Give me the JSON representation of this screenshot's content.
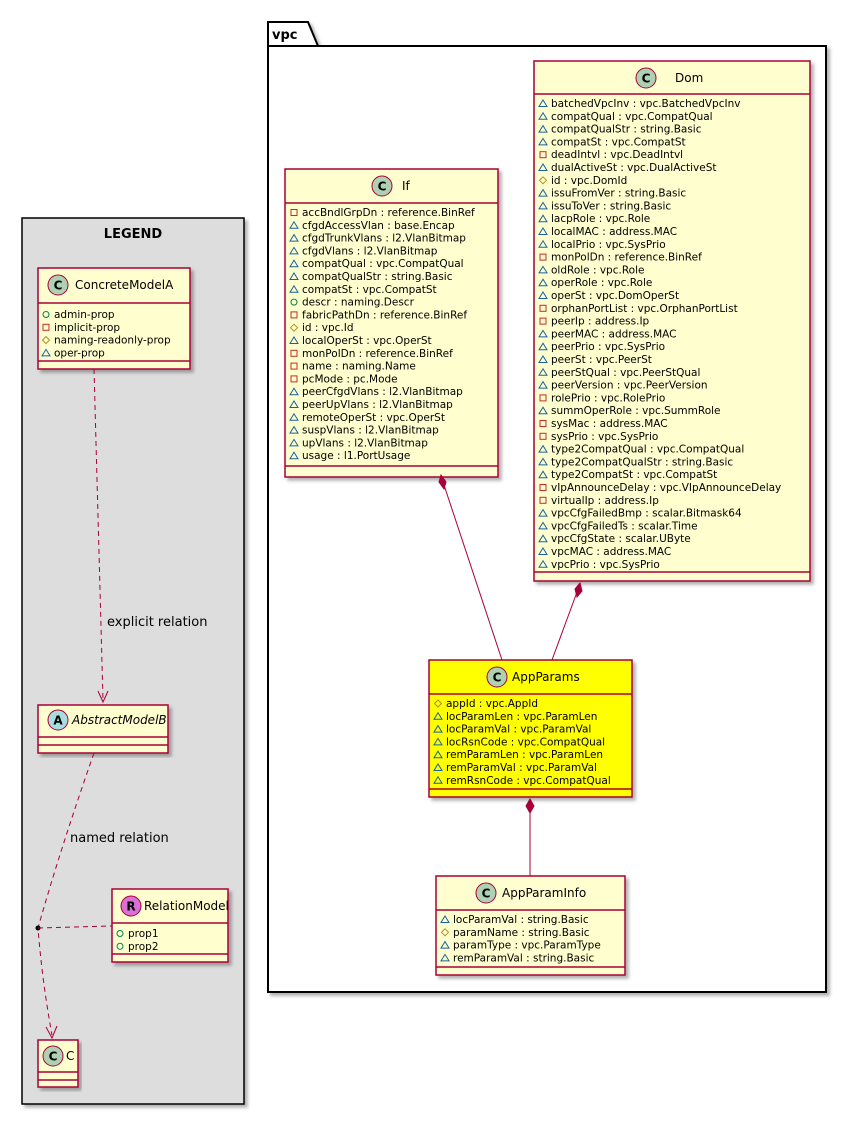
{
  "legend": {
    "title": "LEGEND",
    "concrete": {
      "name": "ConcreteModelA",
      "stereotype_letter": "C",
      "attributes": [
        {
          "vis": "public",
          "text": "admin-prop"
        },
        {
          "vis": "private",
          "text": "implicit-prop"
        },
        {
          "vis": "protected",
          "text": "naming-readonly-prop"
        },
        {
          "vis": "package",
          "text": "oper-prop"
        }
      ]
    },
    "abstract": {
      "name": "AbstractModelB",
      "stereotype_letter": "A"
    },
    "relation_model": {
      "name": "RelationModel",
      "stereotype_letter": "R",
      "attributes": [
        {
          "vis": "public",
          "text": "prop1"
        },
        {
          "vis": "public",
          "text": "prop2"
        }
      ]
    },
    "c_class": {
      "name": "C",
      "stereotype_letter": "C"
    },
    "explicit_relation_label": "explicit relation",
    "named_relation_label": "named relation"
  },
  "package": {
    "name": "vpc",
    "if_class": {
      "name": "If",
      "stereotype_letter": "C",
      "attributes": [
        {
          "vis": "private",
          "text": "accBndlGrpDn : reference.BinRef"
        },
        {
          "vis": "package",
          "text": "cfgdAccessVlan : base.Encap"
        },
        {
          "vis": "package",
          "text": "cfgdTrunkVlans : l2.VlanBitmap"
        },
        {
          "vis": "package",
          "text": "cfgdVlans : l2.VlanBitmap"
        },
        {
          "vis": "package",
          "text": "compatQual : vpc.CompatQual"
        },
        {
          "vis": "package",
          "text": "compatQualStr : string.Basic"
        },
        {
          "vis": "package",
          "text": "compatSt : vpc.CompatSt"
        },
        {
          "vis": "public",
          "text": "descr : naming.Descr"
        },
        {
          "vis": "private",
          "text": "fabricPathDn : reference.BinRef"
        },
        {
          "vis": "protected",
          "text": "id : vpc.Id"
        },
        {
          "vis": "package",
          "text": "localOperSt : vpc.OperSt"
        },
        {
          "vis": "private",
          "text": "monPolDn : reference.BinRef"
        },
        {
          "vis": "private",
          "text": "name : naming.Name"
        },
        {
          "vis": "private",
          "text": "pcMode : pc.Mode"
        },
        {
          "vis": "package",
          "text": "peerCfgdVlans : l2.VlanBitmap"
        },
        {
          "vis": "package",
          "text": "peerUpVlans : l2.VlanBitmap"
        },
        {
          "vis": "package",
          "text": "remoteOperSt : vpc.OperSt"
        },
        {
          "vis": "package",
          "text": "suspVlans : l2.VlanBitmap"
        },
        {
          "vis": "package",
          "text": "upVlans : l2.VlanBitmap"
        },
        {
          "vis": "package",
          "text": "usage : l1.PortUsage"
        }
      ]
    },
    "dom_class": {
      "name": "Dom",
      "stereotype_letter": "C",
      "attributes": [
        {
          "vis": "package",
          "text": "batchedVpcInv : vpc.BatchedVpcInv"
        },
        {
          "vis": "package",
          "text": "compatQual : vpc.CompatQual"
        },
        {
          "vis": "package",
          "text": "compatQualStr : string.Basic"
        },
        {
          "vis": "package",
          "text": "compatSt : vpc.CompatSt"
        },
        {
          "vis": "private",
          "text": "deadIntvl : vpc.DeadIntvl"
        },
        {
          "vis": "package",
          "text": "dualActiveSt : vpc.DualActiveSt"
        },
        {
          "vis": "protected",
          "text": "id : vpc.DomId"
        },
        {
          "vis": "package",
          "text": "issuFromVer : string.Basic"
        },
        {
          "vis": "package",
          "text": "issuToVer : string.Basic"
        },
        {
          "vis": "package",
          "text": "lacpRole : vpc.Role"
        },
        {
          "vis": "package",
          "text": "localMAC : address.MAC"
        },
        {
          "vis": "package",
          "text": "localPrio : vpc.SysPrio"
        },
        {
          "vis": "private",
          "text": "monPolDn : reference.BinRef"
        },
        {
          "vis": "package",
          "text": "oldRole : vpc.Role"
        },
        {
          "vis": "package",
          "text": "operRole : vpc.Role"
        },
        {
          "vis": "package",
          "text": "operSt : vpc.DomOperSt"
        },
        {
          "vis": "private",
          "text": "orphanPortList : vpc.OrphanPortList"
        },
        {
          "vis": "private",
          "text": "peerIp : address.Ip"
        },
        {
          "vis": "package",
          "text": "peerMAC : address.MAC"
        },
        {
          "vis": "package",
          "text": "peerPrio : vpc.SysPrio"
        },
        {
          "vis": "package",
          "text": "peerSt : vpc.PeerSt"
        },
        {
          "vis": "package",
          "text": "peerStQual : vpc.PeerStQual"
        },
        {
          "vis": "package",
          "text": "peerVersion : vpc.PeerVersion"
        },
        {
          "vis": "private",
          "text": "rolePrio : vpc.RolePrio"
        },
        {
          "vis": "package",
          "text": "summOperRole : vpc.SummRole"
        },
        {
          "vis": "private",
          "text": "sysMac : address.MAC"
        },
        {
          "vis": "private",
          "text": "sysPrio : vpc.SysPrio"
        },
        {
          "vis": "package",
          "text": "type2CompatQual : vpc.CompatQual"
        },
        {
          "vis": "package",
          "text": "type2CompatQualStr : string.Basic"
        },
        {
          "vis": "package",
          "text": "type2CompatSt : vpc.CompatSt"
        },
        {
          "vis": "private",
          "text": "vIpAnnounceDelay : vpc.VIpAnnounceDelay"
        },
        {
          "vis": "private",
          "text": "virtualIp : address.Ip"
        },
        {
          "vis": "package",
          "text": "vpcCfgFailedBmp : scalar.Bitmask64"
        },
        {
          "vis": "package",
          "text": "vpcCfgFailedTs : scalar.Time"
        },
        {
          "vis": "package",
          "text": "vpcCfgState : scalar.UByte"
        },
        {
          "vis": "package",
          "text": "vpcMAC : address.MAC"
        },
        {
          "vis": "package",
          "text": "vpcPrio : vpc.SysPrio"
        }
      ]
    },
    "app_params": {
      "name": "AppParams",
      "stereotype_letter": "C",
      "fill": "#FFFF00",
      "attributes": [
        {
          "vis": "protected",
          "text": "appId : vpc.AppId"
        },
        {
          "vis": "package",
          "text": "locParamLen : vpc.ParamLen"
        },
        {
          "vis": "package",
          "text": "locParamVal : vpc.ParamVal"
        },
        {
          "vis": "package",
          "text": "locRsnCode : vpc.CompatQual"
        },
        {
          "vis": "package",
          "text": "remParamLen : vpc.ParamLen"
        },
        {
          "vis": "package",
          "text": "remParamVal : vpc.ParamVal"
        },
        {
          "vis": "package",
          "text": "remRsnCode : vpc.CompatQual"
        }
      ]
    },
    "app_param_info": {
      "name": "AppParamInfo",
      "stereotype_letter": "C",
      "attributes": [
        {
          "vis": "package",
          "text": "locParamVal : string.Basic"
        },
        {
          "vis": "protected",
          "text": "paramName : string.Basic"
        },
        {
          "vis": "package",
          "text": "paramType : vpc.ParamType"
        },
        {
          "vis": "package",
          "text": "remParamVal : string.Basic"
        }
      ]
    }
  },
  "colors": {
    "class_fill": "#FEFECE",
    "class_border": "#A80036",
    "legend_fill": "#DDDDDD",
    "highlight_fill": "#FFFF00",
    "circle_c": "#ADD1B2",
    "circle_a": "#A9DCDF",
    "circle_r": "#DA70D6"
  }
}
